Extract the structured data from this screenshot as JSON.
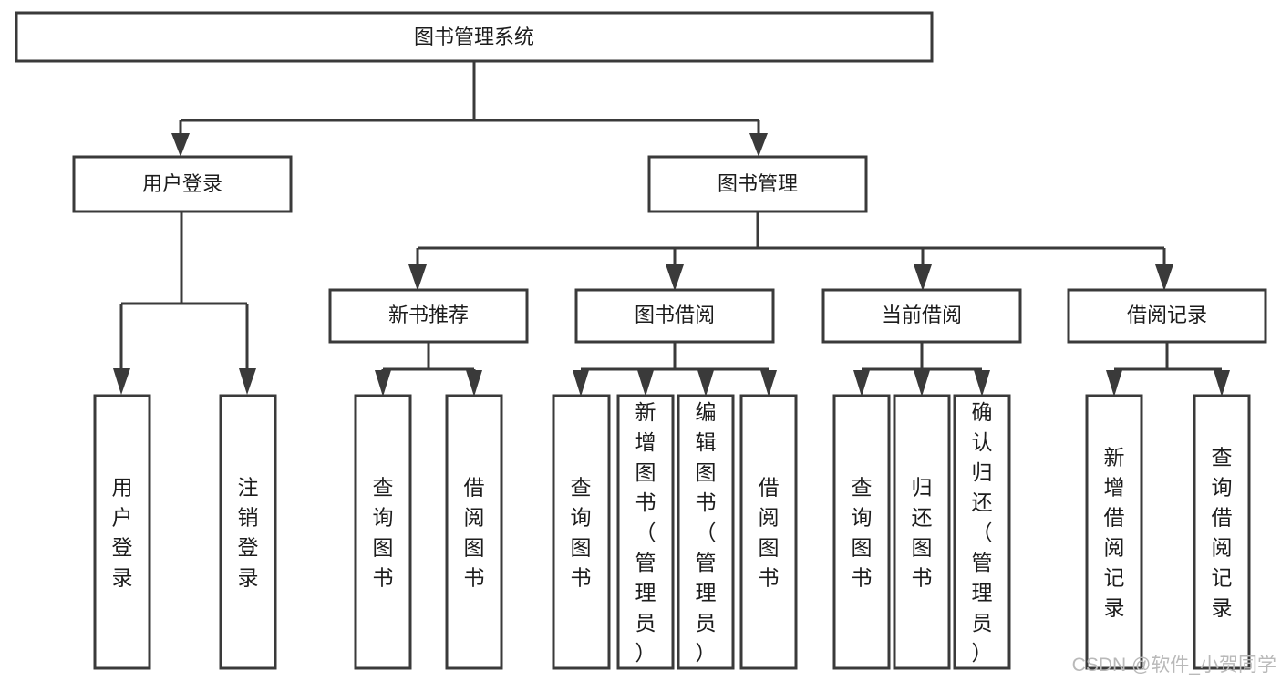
{
  "diagram": {
    "title": "图书管理系统",
    "type": "tree-hierarchy-chart",
    "watermark": "CSDN @软件_小贺同学",
    "colors": {
      "stroke": "#3a3a3a",
      "fill": "#ffffff",
      "text": "#1c1c1c",
      "watermark": "#b9b9b9",
      "background": "#ffffff"
    },
    "nodes": {
      "root": {
        "label": "图书管理系统"
      },
      "level1": [
        {
          "id": "user-login",
          "label": "用户登录"
        },
        {
          "id": "book-management",
          "label": "图书管理"
        }
      ],
      "level2": [
        {
          "id": "new-book-recommend",
          "label": "新书推荐"
        },
        {
          "id": "book-borrow",
          "label": "图书借阅"
        },
        {
          "id": "current-borrow",
          "label": "当前借阅"
        },
        {
          "id": "borrow-record",
          "label": "借阅记录"
        }
      ],
      "leaves": {
        "user_login": [
          {
            "id": "leaf-user-login",
            "label": "用户登录"
          },
          {
            "id": "leaf-logout-login",
            "label": "注销登录"
          }
        ],
        "new_book_recommend": [
          {
            "id": "leaf-query-book-1",
            "label": "查询图书"
          },
          {
            "id": "leaf-borrow-book-1",
            "label": "借阅图书"
          }
        ],
        "book_borrow": [
          {
            "id": "leaf-query-book-2",
            "label": "查询图书"
          },
          {
            "id": "leaf-add-book",
            "label": "新增图书（管理员）"
          },
          {
            "id": "leaf-edit-book",
            "label": "编辑图书（管理员）"
          },
          {
            "id": "leaf-borrow-book-2",
            "label": "借阅图书"
          }
        ],
        "current_borrow": [
          {
            "id": "leaf-query-book-3",
            "label": "查询图书"
          },
          {
            "id": "leaf-return-book",
            "label": "归还图书"
          },
          {
            "id": "leaf-confirm-return",
            "label": "确认归还（管理员）"
          }
        ],
        "borrow_record": [
          {
            "id": "leaf-add-record",
            "label": "新增借阅记录"
          },
          {
            "id": "leaf-query-record",
            "label": "查询借阅记录"
          }
        ]
      }
    }
  }
}
